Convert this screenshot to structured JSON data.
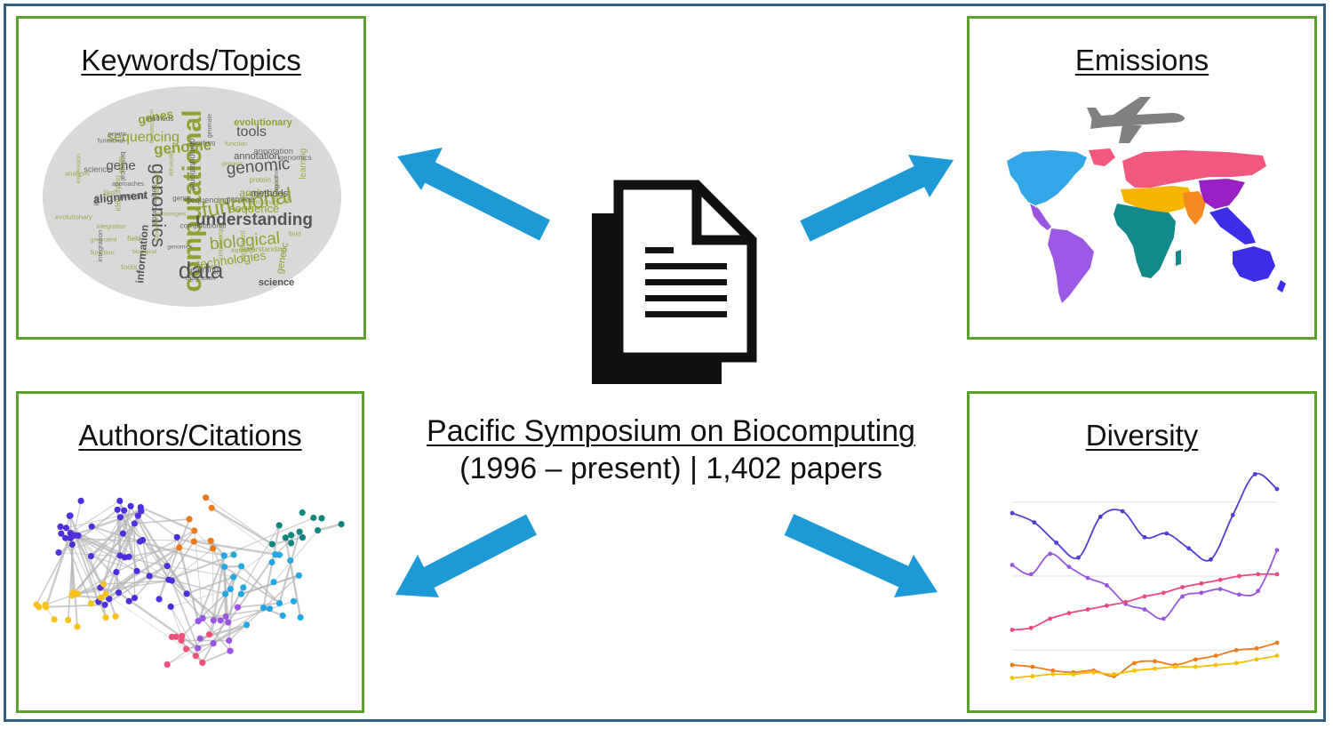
{
  "panels": {
    "keywords": {
      "title": "Keywords/Topics"
    },
    "emissions": {
      "title": "Emissions"
    },
    "authors": {
      "title": "Authors/Citations"
    },
    "diversity": {
      "title": "Diversity"
    }
  },
  "center": {
    "title": "Pacific Symposium on Biocomputing",
    "subtitle": "(1996 – present) | 1,402 papers"
  },
  "wordcloud_words": [
    "computational",
    "genomics",
    "functional",
    "understanding",
    "biological",
    "data",
    "genome",
    "genomic",
    "sequencing",
    "alignment",
    "sequence",
    "gene",
    "genes",
    "tools",
    "technologies",
    "information",
    "analysis",
    "annotation",
    "evolutionary",
    "methods",
    "genetic",
    "science",
    "like",
    "field",
    "generate",
    "algorithm",
    "learning",
    "integration",
    "challenges",
    "identifying",
    "expression",
    "generated",
    "approaches",
    "protein",
    "function"
  ],
  "colors": {
    "frame": "#2d5f86",
    "panel_border": "#5aa02c",
    "arrow": "#1d9ad6",
    "wordcloud_bg": "#d9d9d9",
    "word_green": "#8fa132",
    "word_gray": "#555555",
    "airplane": "#808080",
    "region_north_america": "#33a6e8",
    "region_europe": "#f2587e",
    "region_south_america": "#9b59e6",
    "region_africa": "#138a8a",
    "region_middle_east": "#f7b500",
    "region_south_asia": "#f5891f",
    "region_east_asia": "#9a1fc4",
    "region_southeast_asia_oceania": "#3b2de8",
    "series_purple": "#4e3dd6",
    "series_violet": "#9a55e0",
    "series_pink": "#ea4a7a",
    "series_orange": "#f07a1a",
    "series_yellow": "#f5c000"
  },
  "diversity_chart": {
    "series": [
      {
        "color": "#4e3dd6",
        "values": [
          74,
          69,
          58,
          50,
          72,
          75,
          61,
          63,
          55,
          49,
          73,
          95,
          87
        ]
      },
      {
        "color": "#9a55e0",
        "values": [
          46,
          41,
          52,
          45,
          39,
          35,
          25,
          22,
          17,
          29,
          31,
          33,
          30,
          32,
          54
        ]
      },
      {
        "color": "#ea4a7a",
        "values": [
          11,
          12,
          17,
          20,
          22,
          24,
          26,
          29,
          31,
          34,
          36,
          38,
          40,
          41,
          41
        ]
      },
      {
        "color": "#f07a1a",
        "values": [
          -8,
          -9,
          -11,
          -12,
          -11,
          -14,
          -7,
          -6,
          -8,
          -5,
          -3,
          0,
          1,
          4
        ]
      },
      {
        "color": "#f5c000",
        "values": [
          -15,
          -14,
          -13,
          -13,
          -12,
          -13,
          -11,
          -10,
          -9,
          -9,
          -8,
          -7,
          -5,
          -3
        ]
      }
    ]
  },
  "network": {
    "clusters": [
      {
        "color": "#4e2fdb",
        "count": 48
      },
      {
        "color": "#f7c21b",
        "count": 16
      },
      {
        "color": "#f07a1a",
        "count": 8
      },
      {
        "color": "#13857f",
        "count": 12
      },
      {
        "color": "#23a6e3",
        "count": 22
      },
      {
        "color": "#9a55e0",
        "count": 12
      },
      {
        "color": "#f0507c",
        "count": 9
      }
    ]
  }
}
